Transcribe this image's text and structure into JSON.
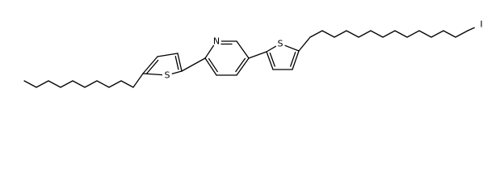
{
  "molecule": {
    "atoms": [
      {
        "id": "N",
        "label": "N"
      },
      {
        "id": "S1",
        "label": "S"
      },
      {
        "id": "S2",
        "label": "S"
      },
      {
        "id": "I",
        "label": "I"
      }
    ]
  },
  "colors": {
    "bond": "#000000",
    "label": "#000000",
    "background": "#ffffff"
  }
}
